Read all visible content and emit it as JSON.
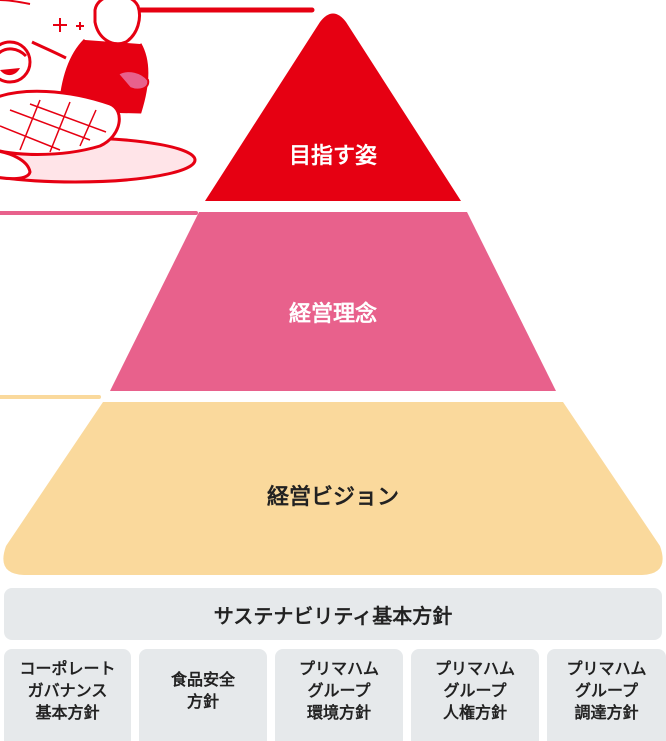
{
  "tiers": [
    {
      "label": "目指す姿",
      "color": "#e60012",
      "text_color": "#ffffff"
    },
    {
      "label": "経営理念",
      "color": "#e8618c",
      "text_color": "#ffffff"
    },
    {
      "label": "経営ビジョン",
      "color": "#fad99c",
      "text_color": "#222222"
    }
  ],
  "foundation": {
    "label": "サステナビリティ基本方針"
  },
  "policies": [
    {
      "lines": [
        "コーポレート",
        "ガバナンス",
        "基本方針"
      ]
    },
    {
      "lines": [
        "食品安全",
        "方針"
      ]
    },
    {
      "lines": [
        "プリマハム",
        "グループ",
        "環境方針"
      ]
    },
    {
      "lines": [
        "プリマハム",
        "グループ",
        "人権方針"
      ]
    },
    {
      "lines": [
        "プリマハム",
        "グループ",
        "調達方針"
      ]
    }
  ],
  "colors": {
    "accent_red": "#e60012",
    "accent_pink": "#e8618c",
    "accent_yellow": "#fad99c",
    "panel_gray": "#e6e9eb"
  },
  "illustration": {
    "description_icon": "family-with-steak-icon"
  }
}
